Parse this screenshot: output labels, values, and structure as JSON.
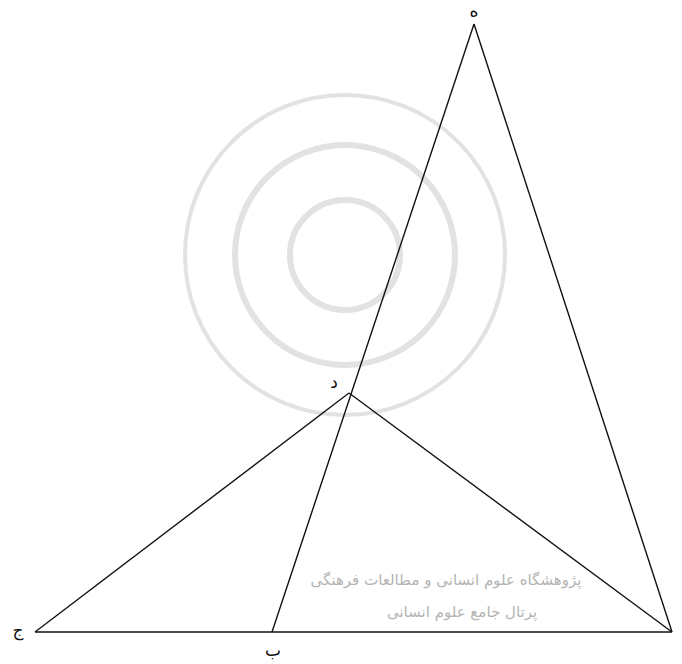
{
  "diagram": {
    "labels": [
      "ه",
      "د",
      "ج",
      "ب",
      "پژوهشگاه علوم انسانی و مطالعات فرهنگی",
      "پرتال جامع علوم انسانی"
    ]
  }
}
